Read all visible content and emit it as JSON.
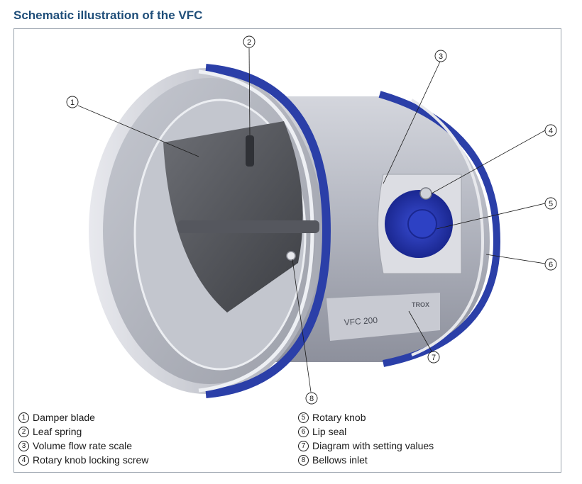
{
  "title": "Schematic illustration of the VFC",
  "labels": {
    "brand": "TROX",
    "model": "VFC 200"
  },
  "callouts": [
    "1",
    "2",
    "3",
    "4",
    "5",
    "6",
    "7",
    "8"
  ],
  "legend": {
    "left": [
      {
        "num": "1",
        "text": "Damper blade"
      },
      {
        "num": "2",
        "text": "Leaf spring"
      },
      {
        "num": "3",
        "text": "Volume flow rate scale"
      },
      {
        "num": "4",
        "text": "Rotary knob locking screw"
      }
    ],
    "right": [
      {
        "num": "5",
        "text": "Rotary knob"
      },
      {
        "num": "6",
        "text": "Lip seal"
      },
      {
        "num": "7",
        "text": "Diagram with setting values"
      },
      {
        "num": "8",
        "text": "Bellows inlet"
      }
    ]
  },
  "colors": {
    "title": "#1f4e79",
    "seal_blue": "#2b3fa8",
    "knob_blue": "#2536b8",
    "metal": "#b9bcc6"
  }
}
